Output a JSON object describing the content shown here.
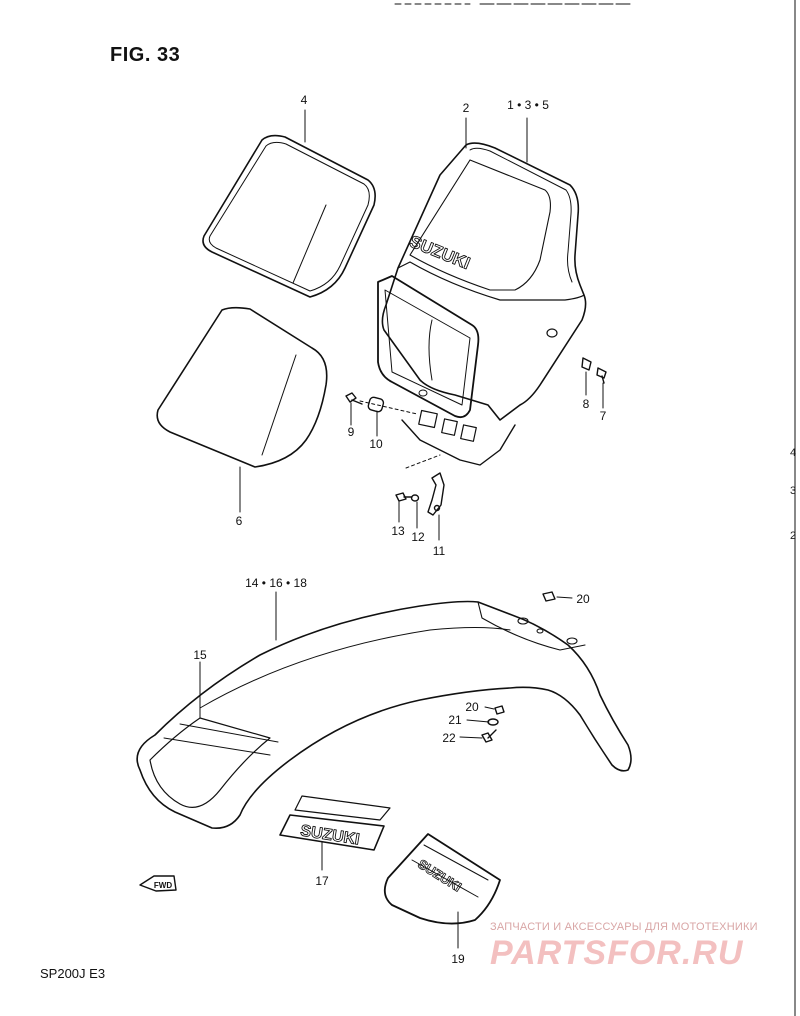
{
  "figure": {
    "title": "FIG. 33",
    "model": "SP200J  E3"
  },
  "brand": {
    "tank_text": "SUZUKI",
    "decal_17_text": "SUZUKI",
    "decal_19_text": "SUZUKI"
  },
  "fwd_label": "FWD",
  "callouts": {
    "c4": "4",
    "c2": "2",
    "c135": "1 • 3 • 5",
    "c8": "8",
    "c7": "7",
    "c9": "9",
    "c10": "10",
    "c6": "6",
    "c13": "13",
    "c12": "12",
    "c11": "11",
    "c141618": "14 • 16 • 18",
    "c20a": "20",
    "c15": "15",
    "c20b": "20",
    "c21": "21",
    "c22": "22",
    "c17": "17",
    "c19": "19"
  },
  "edge_marks": {
    "e1": "4",
    "e2": "3",
    "e3": "2"
  },
  "watermark": {
    "top": "ЗАПЧАСТИ И АКСЕССУАРЫ ДЛЯ МОТОТЕХНИКИ",
    "logo": "PARTSFOR.RU"
  },
  "colors": {
    "line": "#111111",
    "watermark": "#f3c0c0"
  }
}
